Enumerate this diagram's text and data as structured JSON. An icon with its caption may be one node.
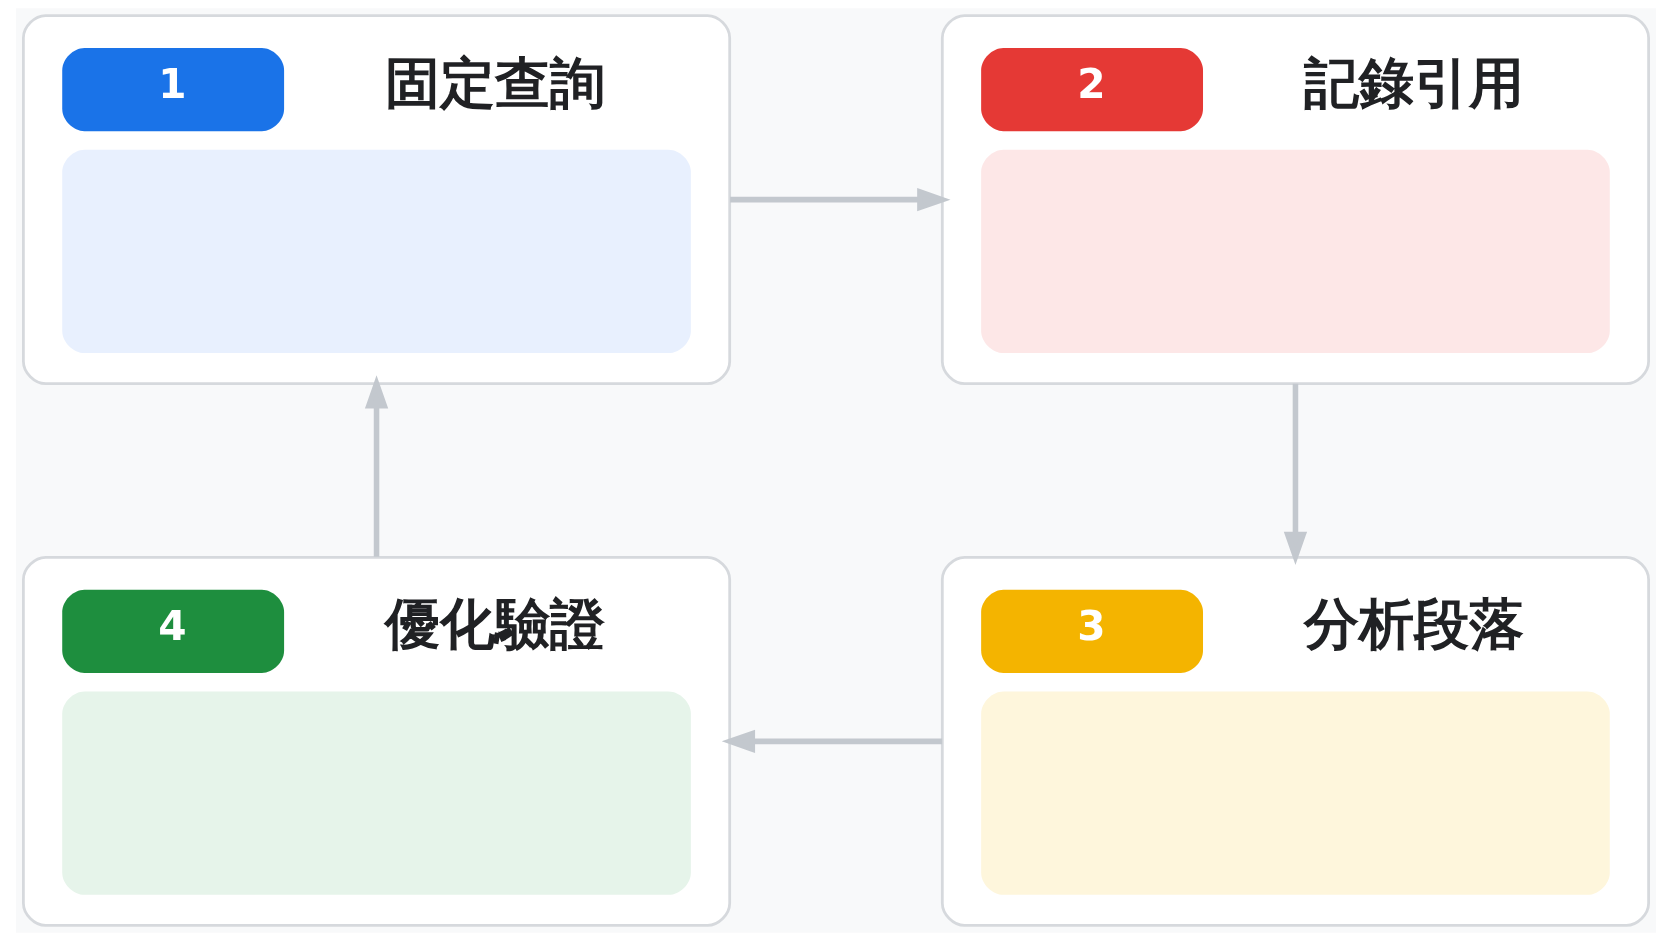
{
  "diagram": {
    "nodes": [
      {
        "text": [
          "1",
          "固定查詢"
        ]
      },
      {
        "text": [
          "2",
          "記錄引用"
        ]
      },
      {
        "text": [
          "3",
          "分析段落"
        ]
      },
      {
        "text": [
          "4",
          "優化驗證"
        ]
      }
    ],
    "edges": [
      {
        "from": 0,
        "to": 1,
        "arrow": "to"
      },
      {
        "from": 1,
        "to": 2,
        "arrow": "to"
      },
      {
        "from": 2,
        "to": 3,
        "arrow": "to"
      },
      {
        "from": 3,
        "to": 0,
        "arrow": "to"
      }
    ]
  }
}
